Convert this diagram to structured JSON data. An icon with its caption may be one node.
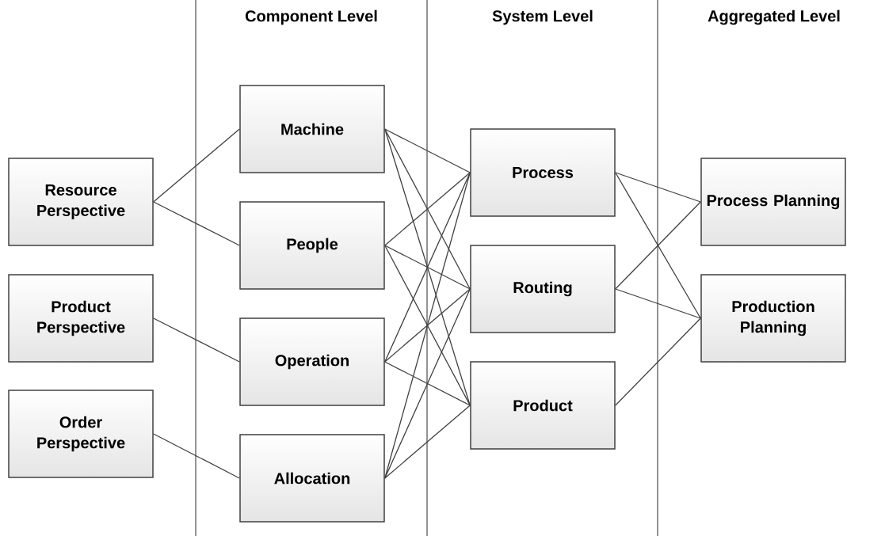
{
  "diagram": {
    "nodes": [
      {
        "text": [
          "Resource Perspective"
        ]
      },
      {
        "text": [
          "Product Perspective"
        ]
      },
      {
        "text": [
          "Order Perspective"
        ]
      },
      {
        "text": [
          "Machine"
        ]
      },
      {
        "text": [
          "People"
        ]
      },
      {
        "text": [
          "Operation"
        ]
      },
      {
        "text": [
          "Allocation"
        ]
      },
      {
        "text": [
          "Process"
        ]
      },
      {
        "text": [
          "Routing"
        ]
      },
      {
        "text": [
          "Product"
        ]
      },
      {
        "text": [
          "Process Planning"
        ]
      },
      {
        "text": [
          "Production Planning"
        ]
      }
    ],
    "edges": [
      {
        "from": 0,
        "to": 3,
        "arrow": "none"
      },
      {
        "from": 0,
        "to": 4,
        "arrow": "none"
      },
      {
        "from": 1,
        "to": 5,
        "arrow": "none"
      },
      {
        "from": 2,
        "to": 6,
        "arrow": "none"
      },
      {
        "from": 3,
        "to": 7,
        "arrow": "none"
      },
      {
        "from": 3,
        "to": 8,
        "arrow": "none"
      },
      {
        "from": 3,
        "to": 9,
        "arrow": "none"
      },
      {
        "from": 4,
        "to": 7,
        "arrow": "none"
      },
      {
        "from": 4,
        "to": 8,
        "arrow": "none"
      },
      {
        "from": 4,
        "to": 9,
        "arrow": "none"
      },
      {
        "from": 5,
        "to": 7,
        "arrow": "none"
      },
      {
        "from": 5,
        "to": 8,
        "arrow": "none"
      },
      {
        "from": 5,
        "to": 9,
        "arrow": "none"
      },
      {
        "from": 6,
        "to": 7,
        "arrow": "none"
      },
      {
        "from": 6,
        "to": 8,
        "arrow": "none"
      },
      {
        "from": 6,
        "to": 9,
        "arrow": "none"
      },
      {
        "from": 7,
        "to": 10,
        "arrow": "none"
      },
      {
        "from": 7,
        "to": 11,
        "arrow": "none"
      },
      {
        "from": 8,
        "to": 10,
        "arrow": "none"
      },
      {
        "from": 8,
        "to": 11,
        "arrow": "none"
      },
      {
        "from": 9,
        "to": 11,
        "arrow": "none"
      }
    ],
    "labels": [
      "Component Level",
      "System Level",
      "Aggregated Level"
    ]
  }
}
